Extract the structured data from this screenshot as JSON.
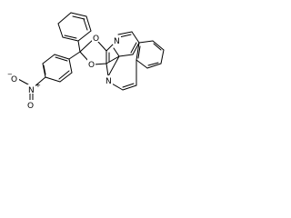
{
  "atoms": {
    "o_ring_top": "O",
    "o_ring_bottom": "O",
    "n_right_top": "N",
    "n_left_bottom": "N",
    "n_nitro": "N",
    "nitro_o_plus": "+",
    "nitro_o_left": "O",
    "nitro_o_minus": "−",
    "nitro_o_bottom": "O"
  }
}
